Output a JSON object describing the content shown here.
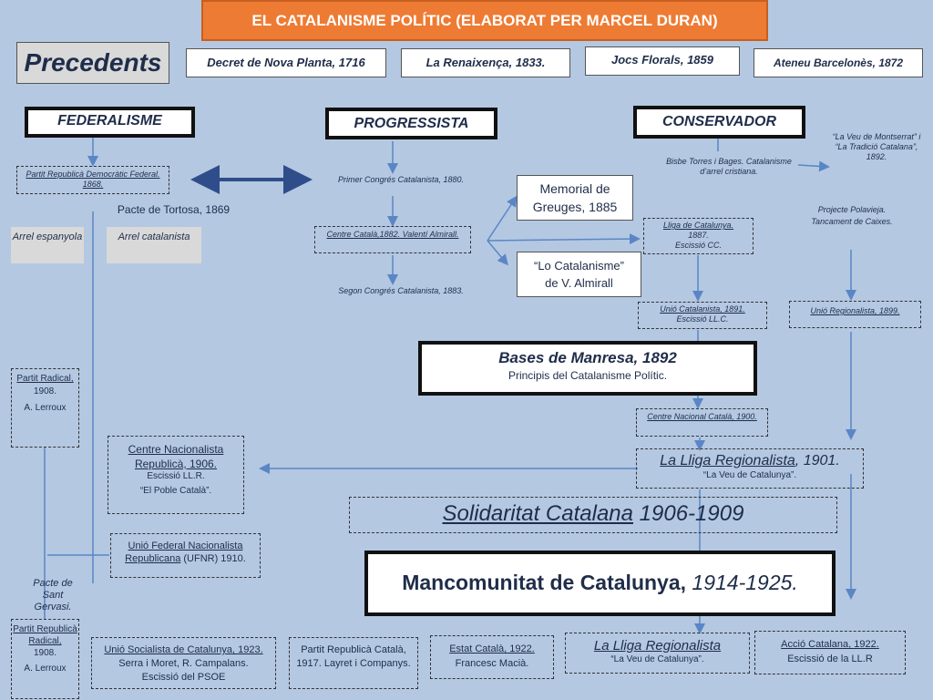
{
  "title": "EL CATALANISME POLÍTIC (ELABORAT PER MARCEL  DURAN)",
  "precedents": {
    "label": "Precedents",
    "items": [
      "Decret de Nova Planta, 1716",
      "La Renaixença, 1833.",
      "Jocs Florals, 1859",
      "Ateneu Barcelonès, 1872"
    ]
  },
  "columns": {
    "federalisme": "FEDERALISME",
    "progressista": "PROGRESSISTA",
    "conservador": "CONSERVADOR"
  },
  "federal": {
    "partit": "Partit Republicà Democràtic Federal. 1868.",
    "tortosa": "Pacte de Tortosa, 1869",
    "arrel_esp": "Arrel espanyola",
    "arrel_cat": "Arrel catalanista",
    "radical1908_name": "Partit Radical,",
    "radical1908_year": "1908.",
    "radical1908_leader": "A. Lerroux",
    "cnr_name": "Centre Nacionalista Republicà, 1906.",
    "cnr_escissio": "Escissió LL.R.",
    "cnr_diari": "“El Poble Català”.",
    "ufnr_name": "Unió Federal Nacionalista Republicana",
    "ufnr_year": " (UFNR) 1910.",
    "pacte_sant": "Pacte de Sant Gervasi.",
    "radical2_name": "Partit Republicà Radical,",
    "radical2_year": "1908.",
    "radical2_leader": "A. Lerroux"
  },
  "progressista": {
    "congres1": "Primer Congrés Catalanista, 1880.",
    "centre_catala": "Centre Català,1882. Valentí Almirall.",
    "congres2": "Segon Congrés Catalanista, 1883.",
    "memorial": "Memorial de Greuges, 1885",
    "lo_catalanisme": "“Lo Catalanisme” de V. Almirall"
  },
  "conservador": {
    "torres": "Bisbe Torres i Bages. Catalanisme d’arrel cristiana.",
    "veu_montserrat": "“La Veu de Montserrat” i “La Tradició Catalana”, 1892.",
    "lliga1887_name": "Lliga de Catalunya.",
    "lliga1887_year": "1887.",
    "lliga1887_esc": "Escissió CC.",
    "unio_catalanista": "Unió Catalanista, 1891.",
    "unio_esc": "Escissió LL.C.",
    "polavieja": "Projecte Polavieja.",
    "tancament": "Tancament de Caixes.",
    "unio_regionalista": "Unió Regionalista, 1899.",
    "cnc": "Centre Nacional Català, 1900.",
    "lliga1901_name": "La Lliga Regionalista",
    "lliga1901_year": ", 1901.",
    "lliga1901_diari": "“La Veu de Catalunya”."
  },
  "bases": {
    "title": "Bases de Manresa, 1892",
    "sub": "Principis del Catalanisme Polític."
  },
  "solidaritat": {
    "name": "Solidaritat Catalana",
    "years": " 1906-1909"
  },
  "mancomunitat": {
    "name": "Mancomunitat de Catalunya,",
    "years": " 1914-1925."
  },
  "bottom": {
    "usc_name": "Unió Socialista de Catalunya, 1923.",
    "usc_people": "Serra i Moret, R. Campalans.",
    "usc_esc": "Escissió del PSOE",
    "prc": "Partit Republicà Català, 1917. Layret i Companys.",
    "estat_name": "Estat Català, 1922.",
    "estat_leader": "Francesc Macià.",
    "lliga_name": "La Lliga Regionalista",
    "lliga_diari": "“La Veu de Catalunya”.",
    "accio_name": "Acció Catalana, 1922.",
    "accio_esc": "Escissió de la LL.R"
  },
  "colors": {
    "background": "#b4c8e2",
    "title_bar": "#ee7b33",
    "arrow": "#5b86c5",
    "text": "#1f2d4a"
  }
}
